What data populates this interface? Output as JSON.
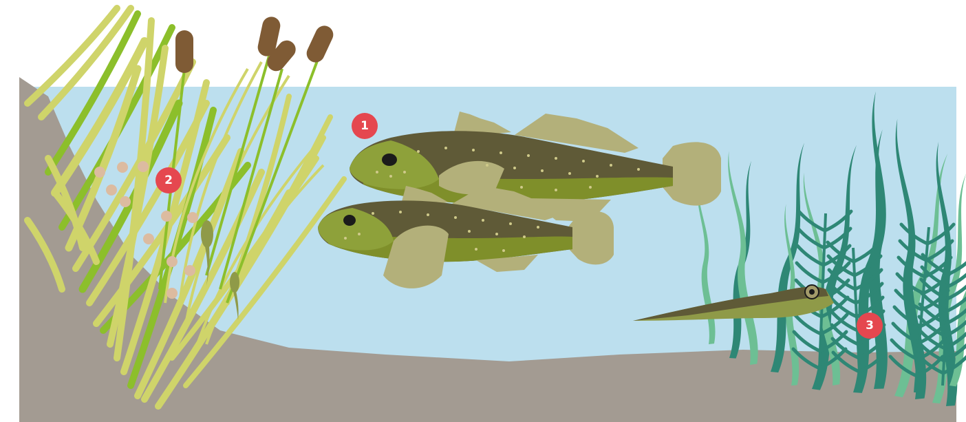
{
  "colors": {
    "water": "#bcdfee",
    "ground": "#a39b92",
    "reed_yellow": "#cfd46a",
    "reed_green": "#8cbf2b",
    "cattail_head": "#7f5b35",
    "fish_back": "#5f5a37",
    "fish_belly": "#7f8f2a",
    "fish_head": "#8ea13a",
    "fin": "#b3b07a",
    "spots": "#cfca8a",
    "eggs": "#dcbba0",
    "weed_dark": "#2e8775",
    "weed_light": "#6dbf94",
    "marker": "#e5474f"
  },
  "markers": [
    {
      "label": "1"
    },
    {
      "label": "2"
    },
    {
      "label": "3"
    }
  ],
  "icons": [
    "cattail-icon",
    "fish-icon",
    "tadpole-icon",
    "egg-icon",
    "larva-icon",
    "waterweed-icon"
  ]
}
